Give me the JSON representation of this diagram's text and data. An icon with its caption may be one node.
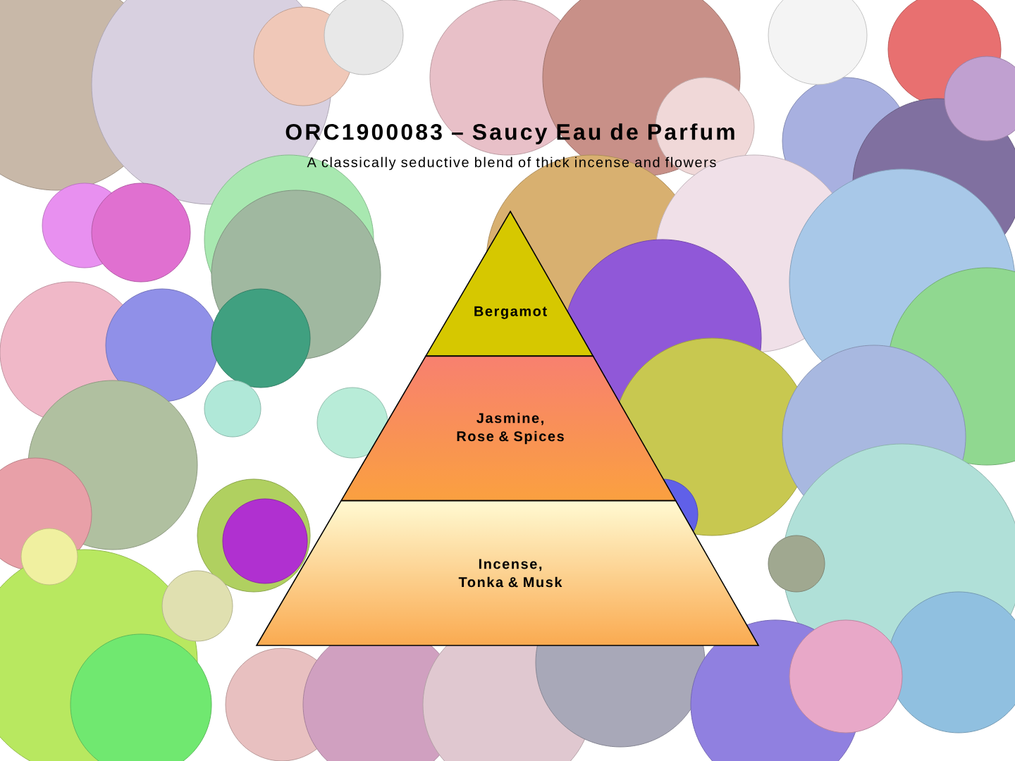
{
  "diagram": {
    "title": "ORC1900083 – Saucy Eau de Parfum",
    "caption": "A classically seductive blend of thick incense and flowers",
    "nodes": [
      {
        "text": [
          "Bergamot"
        ]
      },
      {
        "text": [
          "Jasmine, Rose & Spices"
        ]
      },
      {
        "text": [
          "Incense, Tonka & Musk"
        ]
      }
    ]
  }
}
